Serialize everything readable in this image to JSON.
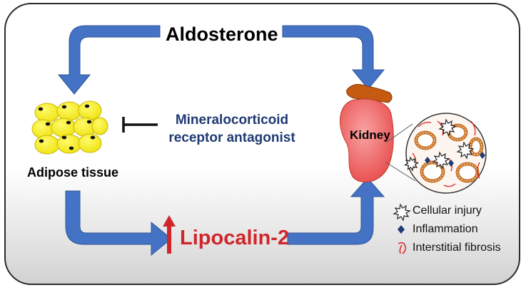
{
  "title": "Aldosterone",
  "antagonist": {
    "line1": "Mineralocorticoid",
    "line2": "receptor antagonist"
  },
  "adipose_label": "Adipose tissue",
  "lipocalin_label": "Lipocalin-2",
  "kidney_label": "Kidney",
  "legend": {
    "items": [
      {
        "icon": "cellular-injury-icon",
        "label": "Cellular injury"
      },
      {
        "icon": "inflammation-icon",
        "label": "Inflammation"
      },
      {
        "icon": "fibrosis-icon",
        "label": "Interstitial fibrosis"
      }
    ]
  },
  "colors": {
    "arrow": "#4472c4",
    "lipocalin": "#d0262b",
    "antagonist_text": "#1f3b73",
    "fat_cell": "#f5ee1a",
    "kidney": "#f06a6a",
    "adrenal": "#c55a11",
    "inflammation": "#1f3b73",
    "fibrosis": "#e02020"
  }
}
